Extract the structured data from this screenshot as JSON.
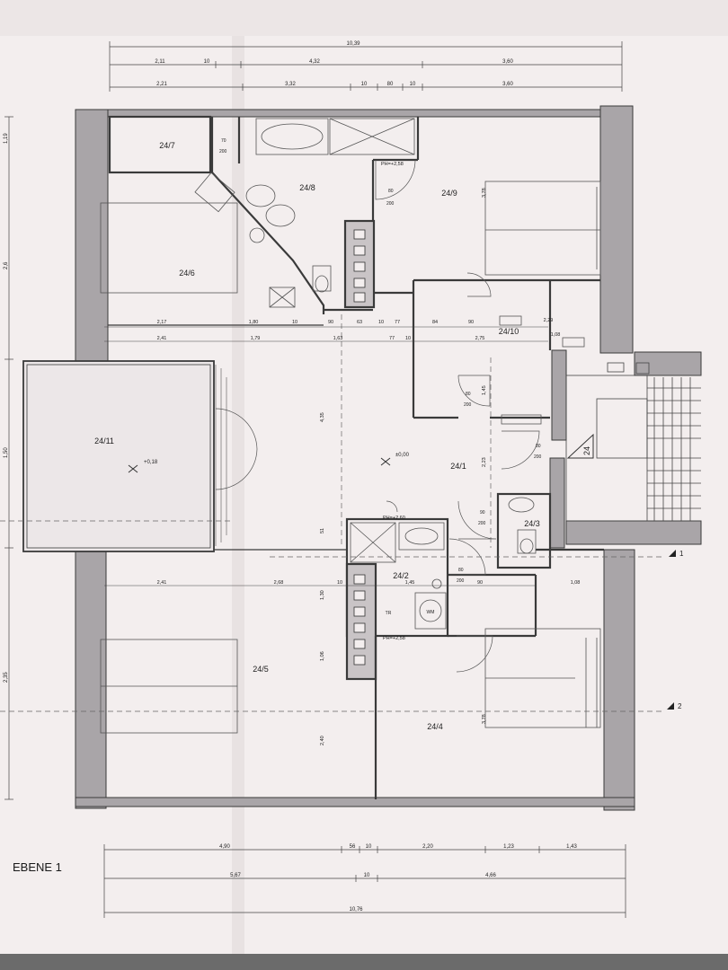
{
  "sheet": {
    "level_label": "EBENE 1",
    "paper_color": "#f3eeee",
    "fold_shadow_color": "#e2dcdc",
    "wall_fill_color": "#a9a5a8",
    "line_color": "#3a3a3a"
  },
  "rooms": {
    "r247": "24/7",
    "r248": "24/8",
    "r249": "24/9",
    "r246": "24/6",
    "r2410": "24/10",
    "r2411": "24/11",
    "r241": "24/1",
    "r242": "24/2",
    "r243": "24/3",
    "r244": "24/4",
    "r245": "24/5",
    "stair": "24"
  },
  "levels": {
    "main": "±0,00",
    "terrace": "+0,18",
    "ph_top": "PH=+2,58",
    "ph_mid": "PH=+2,60",
    "ph_bottom": "PH=+2,58"
  },
  "dimensions": {
    "top_total": "10,39",
    "top_row2": [
      "2,11",
      "10",
      "4,32",
      "3,60"
    ],
    "top_row3": [
      "2,21",
      "3,32",
      "10",
      "80",
      "10",
      "3,60"
    ],
    "mid_row1": [
      "2,17",
      "1,80",
      "10",
      "90",
      "63",
      "10",
      "77",
      "84",
      "90",
      "2,29"
    ],
    "mid_row2": [
      "2,41",
      "1,79",
      "1,63",
      "77",
      "10",
      "2,75",
      "1,08"
    ],
    "lower_row": [
      "2,41",
      "2,68",
      "10",
      "1,45",
      "90",
      "1,08"
    ],
    "bottom_row1": [
      "4,90",
      "56",
      "10",
      "2,20",
      "1,23",
      "1,43"
    ],
    "bottom_row2": [
      "5,67",
      "10",
      "4,66"
    ],
    "bottom_total": "10,76",
    "door_80_200": [
      "80",
      "200"
    ],
    "door_90_200": [
      "90",
      "200"
    ],
    "door_70_200": [
      "70",
      "200"
    ],
    "vertical_left": [
      "1,19",
      "2,6",
      "1,50",
      "2,35"
    ],
    "vertical_mid": [
      "4,35",
      "51",
      "1,30",
      "1,06",
      "2,40"
    ],
    "vertical_right": [
      "3,78",
      "1,45",
      "2,23",
      "3,78"
    ]
  },
  "section_marks": {
    "a": "1",
    "b": "2"
  },
  "fixtures": {
    "wm": "WM",
    "tr": "TR"
  }
}
